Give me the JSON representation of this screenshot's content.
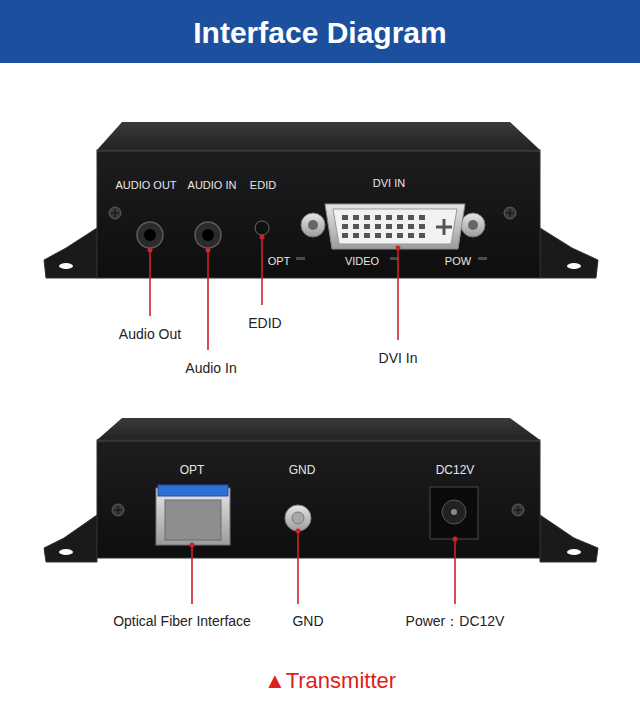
{
  "diagram": {
    "title": "Interface Diagram",
    "caption": "▲Transmitter",
    "labels": [
      "AUDIO OUT",
      "AUDIO IN",
      "EDID",
      "DVI IN",
      "OPT",
      "VIDEO",
      "POW",
      "Audio Out",
      "EDID",
      "DVI In",
      "Audio In",
      "OPT",
      "GND",
      "DC12V",
      "Optical Fiber Interface",
      "GND",
      "Power：DC12V"
    ]
  }
}
